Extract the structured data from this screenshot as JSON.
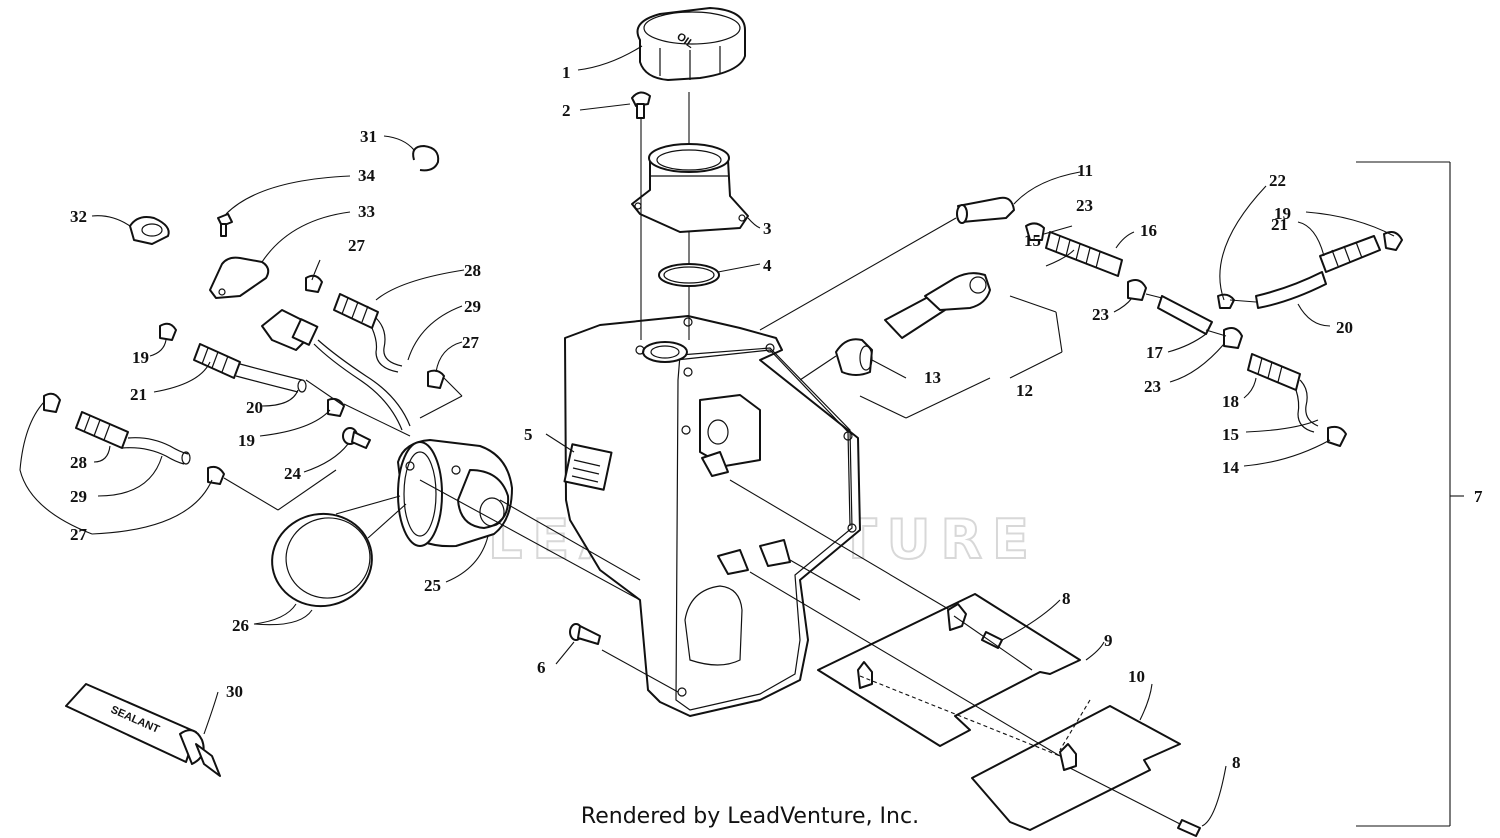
{
  "diagram": {
    "watermark": "LEADVENTURE",
    "sealant_label": "SEALANT",
    "cap_label": "OIL",
    "footer": "Rendered by LeadVenture, Inc.",
    "callouts": [
      {
        "id": "c1",
        "text": "1"
      },
      {
        "id": "c2",
        "text": "2"
      },
      {
        "id": "c3",
        "text": "3"
      },
      {
        "id": "c4",
        "text": "4"
      },
      {
        "id": "c5",
        "text": "5"
      },
      {
        "id": "c6",
        "text": "6"
      },
      {
        "id": "c7",
        "text": "7"
      },
      {
        "id": "c8a",
        "text": "8"
      },
      {
        "id": "c8b",
        "text": "8"
      },
      {
        "id": "c9",
        "text": "9"
      },
      {
        "id": "c10",
        "text": "10"
      },
      {
        "id": "c11",
        "text": "11"
      },
      {
        "id": "c12",
        "text": "12"
      },
      {
        "id": "c13",
        "text": "13"
      },
      {
        "id": "c14",
        "text": "14"
      },
      {
        "id": "c15a",
        "text": "15"
      },
      {
        "id": "c15b",
        "text": "15"
      },
      {
        "id": "c16",
        "text": "16"
      },
      {
        "id": "c17",
        "text": "17"
      },
      {
        "id": "c18",
        "text": "18"
      },
      {
        "id": "c19a",
        "text": "19"
      },
      {
        "id": "c19b",
        "text": "19"
      },
      {
        "id": "c19c",
        "text": "19"
      },
      {
        "id": "c20a",
        "text": "20"
      },
      {
        "id": "c20b",
        "text": "20"
      },
      {
        "id": "c21a",
        "text": "21"
      },
      {
        "id": "c21b",
        "text": "21"
      },
      {
        "id": "c22",
        "text": "22"
      },
      {
        "id": "c23a",
        "text": "23"
      },
      {
        "id": "c23b",
        "text": "23"
      },
      {
        "id": "c23c",
        "text": "23"
      },
      {
        "id": "c24",
        "text": "24"
      },
      {
        "id": "c25",
        "text": "25"
      },
      {
        "id": "c26",
        "text": "26"
      },
      {
        "id": "c27a",
        "text": "27"
      },
      {
        "id": "c27b",
        "text": "27"
      },
      {
        "id": "c27c",
        "text": "27"
      },
      {
        "id": "c28a",
        "text": "28"
      },
      {
        "id": "c28b",
        "text": "28"
      },
      {
        "id": "c29a",
        "text": "29"
      },
      {
        "id": "c29b",
        "text": "29"
      },
      {
        "id": "c30",
        "text": "30"
      },
      {
        "id": "c31",
        "text": "31"
      },
      {
        "id": "c32",
        "text": "32"
      },
      {
        "id": "c33",
        "text": "33"
      },
      {
        "id": "c34",
        "text": "34"
      }
    ]
  }
}
